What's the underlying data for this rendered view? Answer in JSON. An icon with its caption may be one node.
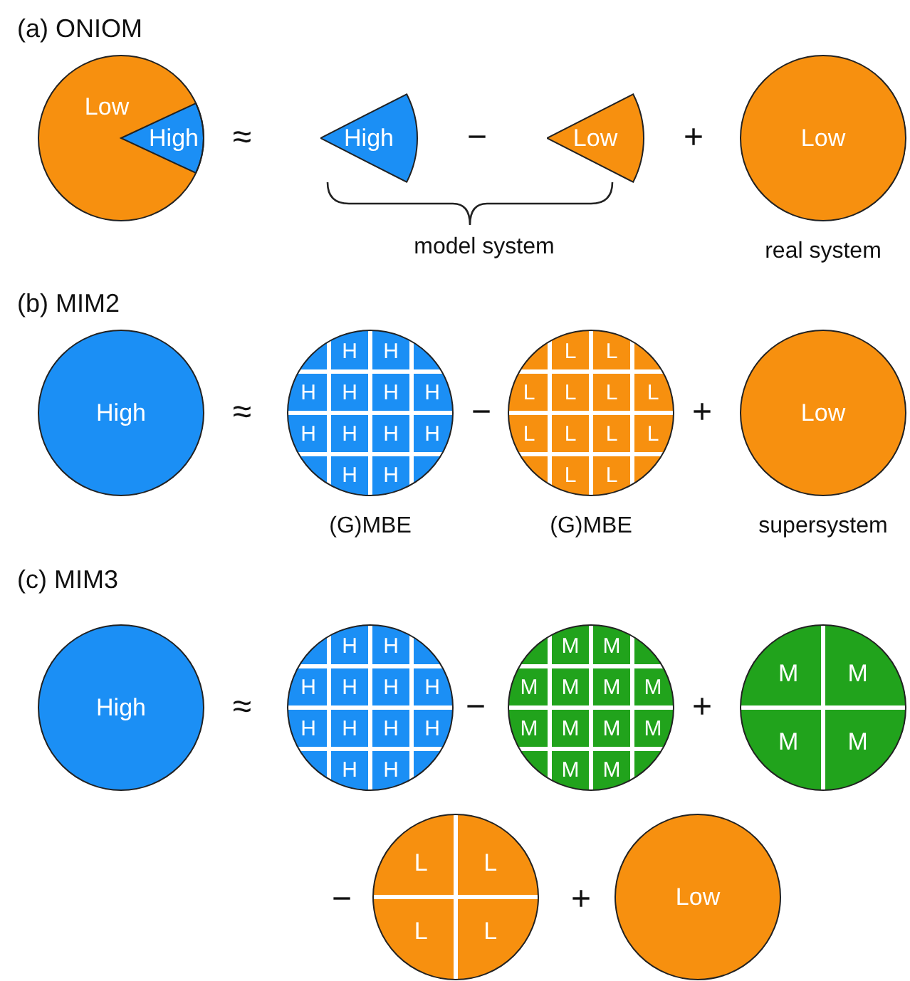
{
  "diagram": {
    "nodes": [
      {
        "text": [
          "Low",
          "High"
        ]
      },
      {
        "text": [
          "High"
        ]
      },
      {
        "text": [
          "Low"
        ]
      },
      {
        "text": [
          "Low"
        ],
        "beside": [
          "real system"
        ]
      },
      {
        "text": [
          "High"
        ]
      },
      {
        "text": [
          "H",
          "H",
          "H",
          "H",
          "H",
          "H",
          "H",
          "H",
          "H",
          "H",
          "H",
          "H"
        ],
        "beside": [
          "(G)MBE"
        ]
      },
      {
        "text": [
          "L",
          "L",
          "L",
          "L",
          "L",
          "L",
          "L",
          "L",
          "L",
          "L",
          "L",
          "L"
        ],
        "beside": [
          "(G)MBE"
        ]
      },
      {
        "text": [
          "Low"
        ],
        "beside": [
          "supersystem"
        ]
      },
      {
        "text": [
          "High"
        ]
      },
      {
        "text": [
          "H",
          "H",
          "H",
          "H",
          "H",
          "H",
          "H",
          "H",
          "H",
          "H",
          "H",
          "H"
        ]
      },
      {
        "text": [
          "M",
          "M",
          "M",
          "M",
          "M",
          "M",
          "M",
          "M",
          "M",
          "M",
          "M",
          "M"
        ]
      },
      {
        "text": [
          "M",
          "M",
          "M",
          "M"
        ]
      },
      {
        "text": [
          "L",
          "L",
          "L",
          "L"
        ]
      },
      {
        "text": [
          "Low"
        ]
      }
    ],
    "labels": [
      "(a) ONIOM",
      "≈",
      "−",
      "+",
      "model system",
      "(b) MIM2",
      "≈",
      "−",
      "+",
      "(c) MIM3",
      "≈",
      "−",
      "+",
      "−",
      "+"
    ]
  }
}
